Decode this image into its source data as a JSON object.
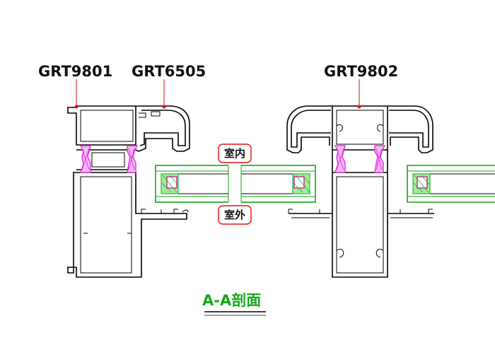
{
  "labels": {
    "left_frame": "GRT9801",
    "sash": "GRT6505",
    "right_frame": "GRT9802"
  },
  "tags": {
    "indoor": "室内",
    "outdoor": "室外"
  },
  "section_title": "A-A剖面",
  "colors": {
    "profile": "#000000",
    "thermal_break": "#e020e0",
    "glass_frame": "#16a316",
    "seal": "#d02090",
    "leader": "#e01010",
    "title": "#18a818"
  }
}
